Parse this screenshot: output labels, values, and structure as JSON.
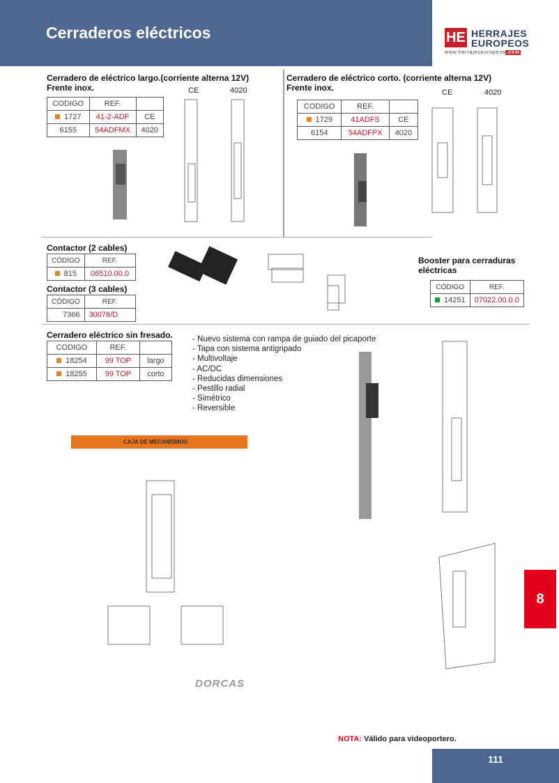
{
  "header": {
    "title": "Cerraderos eléctricos"
  },
  "logo": {
    "mark": "HE",
    "line1": "HERRAJES",
    "line2": "EUROPEOS",
    "url": "www.herrajeseuropeos",
    "url_tld": ".com"
  },
  "sections": {
    "largo": {
      "title": "Cerradero de eléctrico largo.(corriente alterna 12V)",
      "subtitle": "Frente inox.",
      "headers": [
        "CODIGO",
        "REF.",
        ""
      ],
      "rows": [
        {
          "code": "1727",
          "ref": "41-2-ADF",
          "type": "CE"
        },
        {
          "code": "6155",
          "ref": "54ADFMX",
          "type": "4020"
        }
      ],
      "diagram_labels": [
        "CE",
        "4020"
      ]
    },
    "corto": {
      "title": "Cerradero de eléctrico corto. (corriente alterna 12V)",
      "subtitle": "Frente inox.",
      "headers": [
        "CODIGO",
        "REF.",
        ""
      ],
      "rows": [
        {
          "code": "1729",
          "ref": "41ADFS",
          "type": "CE"
        },
        {
          "code": "6154",
          "ref": "54ADFPX",
          "type": "4020"
        }
      ],
      "diagram_labels": [
        "CE",
        "4020"
      ]
    },
    "contactor2": {
      "title": "Contactor (2 cables)",
      "headers": [
        "CÓDIGO",
        "REF."
      ],
      "rows": [
        {
          "code": "815",
          "ref": "06510.00.0"
        }
      ]
    },
    "contactor3": {
      "title": "Contactor (3 cables)",
      "headers": [
        "CÓDIGO",
        "REF."
      ],
      "rows": [
        {
          "code": "7366",
          "ref": "30076/D"
        }
      ]
    },
    "booster": {
      "title": "Booster para cerraduras eléctricas",
      "headers": [
        "CÓDIGO",
        "REF."
      ],
      "rows": [
        {
          "code": "14251",
          "ref": "07022.00.0.0"
        }
      ]
    },
    "sinfresado": {
      "title": "Cerradero eléctrico sin fresado.",
      "headers": [
        "CODIGO",
        "REF.",
        ""
      ],
      "rows": [
        {
          "code": "18254",
          "ref": "99 TOP",
          "type": "largo"
        },
        {
          "code": "18255",
          "ref": "99 TOP",
          "type": "corto"
        }
      ],
      "features": [
        "- Nuevo sistema con rampa de guiado del picaporte",
        "- Tapa con sistema antigripado",
        "- Multivoltaje",
        "- AC/DC",
        "- Reducidas dimensiones",
        "- Pestillo radial",
        "- Simétrico",
        "- Reversible"
      ]
    }
  },
  "banner": "CAJA DE MECANISMOS",
  "brand": "DORCAS",
  "note": {
    "label": "NOTA:",
    "text": " Válido para videoportero."
  },
  "chapter_tab": "8",
  "page_number": "111",
  "colors": {
    "header": "#4f6690",
    "accent": "#e2001a",
    "orange": "#e8821e",
    "green": "#1a9a3a"
  }
}
